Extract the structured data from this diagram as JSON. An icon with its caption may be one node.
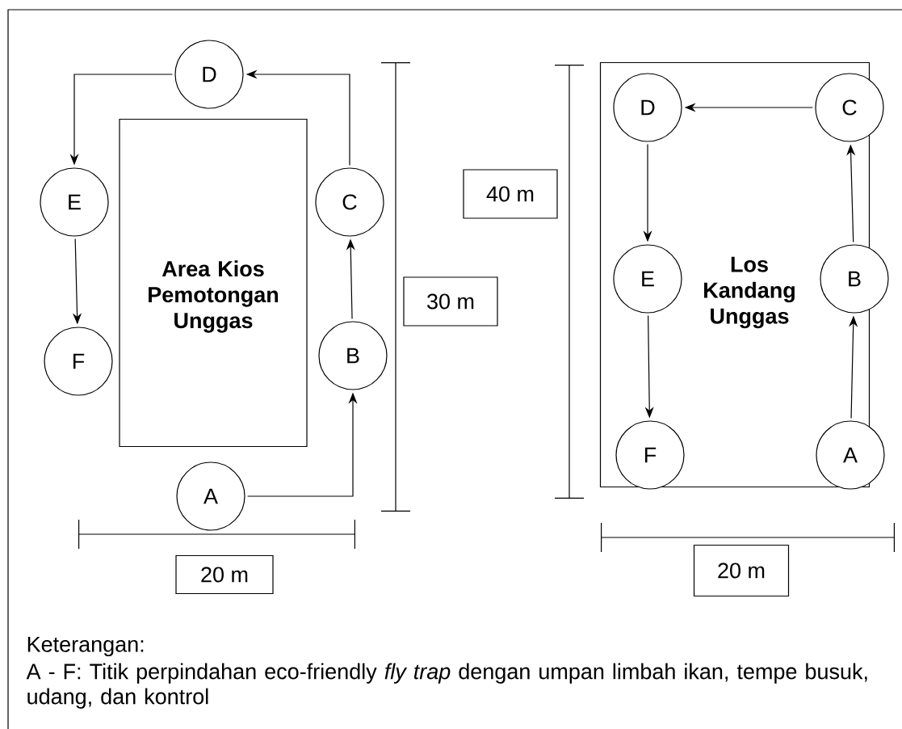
{
  "diagram": {
    "nodes": [
      {
        "text": [
          "Area Kios Pemotongan Unggas"
        ]
      },
      {
        "text": [
          "A"
        ]
      },
      {
        "text": [
          "B"
        ]
      },
      {
        "text": [
          "C"
        ]
      },
      {
        "text": [
          "D"
        ]
      },
      {
        "text": [
          "E"
        ]
      },
      {
        "text": [
          "F"
        ]
      },
      {
        "text": [
          "30 m"
        ]
      },
      {
        "text": [
          "20 m"
        ]
      },
      {
        "text": [
          "40 m"
        ]
      },
      {
        "text": [
          "Los Kandang Unggas"
        ]
      },
      {
        "text": [
          "A"
        ],
        "in": 10
      },
      {
        "text": [
          "B"
        ],
        "in": 10
      },
      {
        "text": [
          "C"
        ],
        "in": 10
      },
      {
        "text": [
          "D"
        ],
        "in": 10
      },
      {
        "text": [
          "E"
        ],
        "in": 10
      },
      {
        "text": [
          "F"
        ],
        "in": 10
      },
      {
        "text": [
          "20 m"
        ]
      }
    ],
    "edges": [
      {
        "from": 1,
        "to": 2,
        "arrow": "to"
      },
      {
        "from": 2,
        "to": 3,
        "arrow": "to"
      },
      {
        "from": 3,
        "to": 4,
        "arrow": "to"
      },
      {
        "from": 4,
        "to": 5,
        "arrow": "to"
      },
      {
        "from": 5,
        "to": 6,
        "arrow": "to"
      },
      {
        "from": 11,
        "to": 12,
        "arrow": "to"
      },
      {
        "from": 12,
        "to": 13,
        "arrow": "to"
      },
      {
        "from": 13,
        "to": 14,
        "arrow": "to"
      },
      {
        "from": 14,
        "to": 15,
        "arrow": "to"
      },
      {
        "from": 15,
        "to": 16,
        "arrow": "to"
      }
    ],
    "labels": [
      "Keterangan:",
      "A - F: Titik perpindahan eco-friendly *fly trap* dengan umpan limbah ikan, tempe busuk, udang, dan kontrol"
    ]
  }
}
